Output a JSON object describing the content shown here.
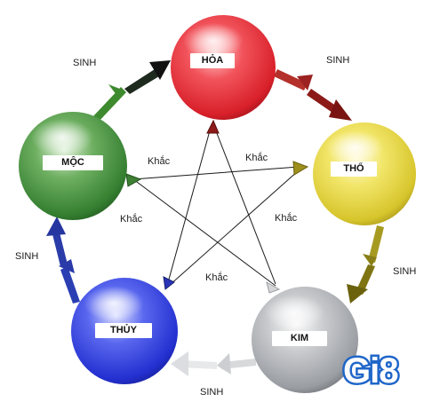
{
  "elements": {
    "fire": "HỎA",
    "earth": "THỔ",
    "metal": "KIM",
    "water": "THỦY",
    "wood": "MỘC"
  },
  "labels": {
    "sinh": "SINH",
    "khac": "Khắc"
  },
  "logo": "Gi8",
  "colors": {
    "fire": "#e8303a",
    "earth": "#e3d43c",
    "metal": "#a3a6ab",
    "water": "#2f3fd8",
    "wood": "#3f8c3a",
    "logo": "#1f66c9"
  }
}
